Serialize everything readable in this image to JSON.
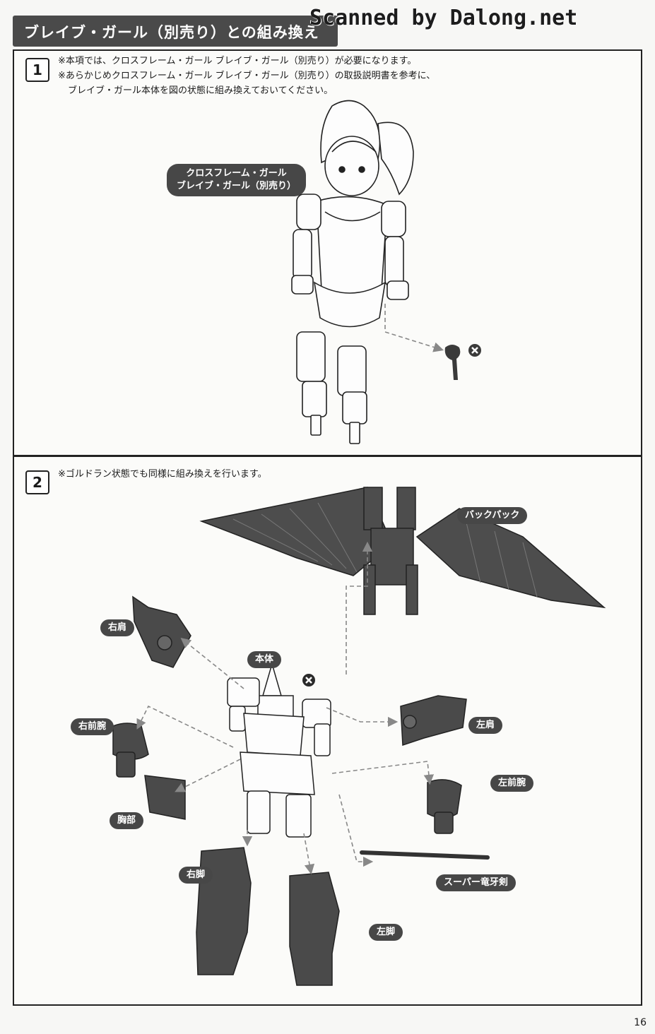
{
  "watermark": "Scanned by Dalong.net",
  "header": {
    "title": "ブレイブ・ガール（別売り）との組み換え"
  },
  "step1": {
    "number": "1",
    "notes": [
      "※本項では、クロスフレーム・ガール ブレイブ・ガール（別売り）が必要になります。",
      "※あらかじめクロスフレーム・ガール ブレイブ・ガール（別売り）の取扱説明書を参考に、",
      "ブレイブ・ガール本体を図の状態に組み換えておいてください。"
    ],
    "figure_label_line1": "クロスフレーム・ガール",
    "figure_label_line2": "ブレイブ・ガール（別売り）"
  },
  "step2": {
    "number": "2",
    "note": "※ゴルドラン状態でも同様に組み換えを行います。",
    "labels": {
      "backpack": "バックパック",
      "right_shoulder": "右肩",
      "body": "本体",
      "right_forearm": "右前腕",
      "left_shoulder": "左肩",
      "chest": "胸部",
      "left_forearm": "左前腕",
      "sword": "スーパー竜牙剣",
      "right_leg": "右脚",
      "left_leg": "左脚"
    }
  },
  "page_number": "16",
  "colors": {
    "part_fill": "#4a4a4a",
    "callout_bg": "#474747",
    "header_bg": "#4a4a4a"
  }
}
